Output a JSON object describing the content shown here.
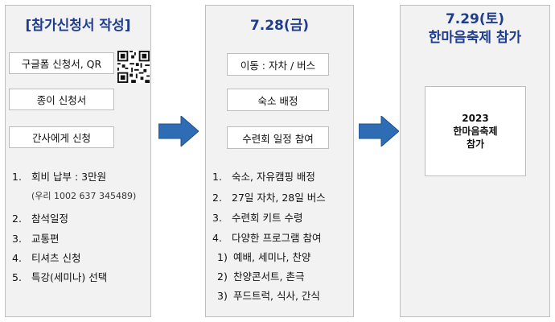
{
  "panel1": {
    "title": "[참가신청서 작성]",
    "boxes": [
      "구글폼 신청서, QR",
      "종이 신청서",
      "간사에게 신청"
    ],
    "list": [
      {
        "num": "1.",
        "text": "회비 납부 : 3만원"
      },
      {
        "num": "",
        "text": "(우리 1002 637 345489)"
      },
      {
        "num": "2.",
        "text": "참석일정"
      },
      {
        "num": "3.",
        "text": "교통편"
      },
      {
        "num": "4.",
        "text": "티셔츠 신청"
      },
      {
        "num": "5.",
        "text": "특강(세미나) 선택"
      }
    ]
  },
  "panel2": {
    "title": "7.28(금)",
    "boxes": [
      "이동 : 자차 / 버스",
      "숙소 배정",
      "수련회 일정 참여"
    ],
    "list": [
      {
        "num": "1.",
        "text": "숙소, 자유캠핑 배정"
      },
      {
        "num": "2.",
        "text": "27일 자차, 28일 버스"
      },
      {
        "num": "3.",
        "text": "수련회 키트 수령"
      },
      {
        "num": "4.",
        "text": "다양한 프로그램 참여"
      },
      {
        "num": "1)",
        "text": "예배, 세미나, 찬양"
      },
      {
        "num": "2)",
        "text": "찬양콘서트, 촌극"
      },
      {
        "num": "3)",
        "text": "푸드트럭, 식사, 간식"
      }
    ]
  },
  "panel3": {
    "title_line1": "7.29(토)",
    "title_line2": "한마음축제 참가",
    "box_lines": [
      "2023",
      "한마음축제",
      "참가"
    ]
  },
  "colors": {
    "title": "#1f3d8c",
    "arrow": "#2e6db4",
    "panel_bg": "#f2f2f2"
  },
  "icons": [
    "qr-code-icon",
    "arrow-right-icon"
  ]
}
